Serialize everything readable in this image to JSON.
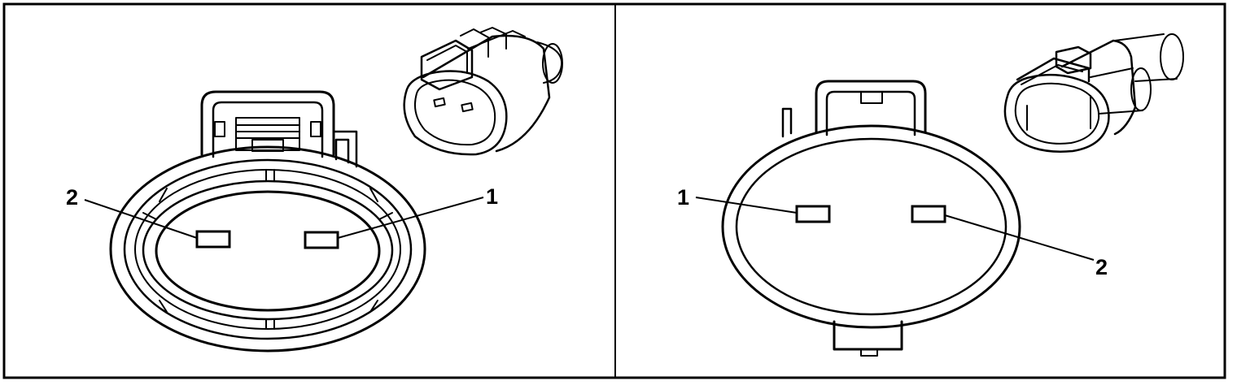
{
  "left_panel": {
    "pin_labels": {
      "pin_2": "2",
      "pin_1": "1"
    }
  },
  "right_panel": {
    "pin_labels": {
      "pin_1": "1",
      "pin_2": "2"
    }
  }
}
